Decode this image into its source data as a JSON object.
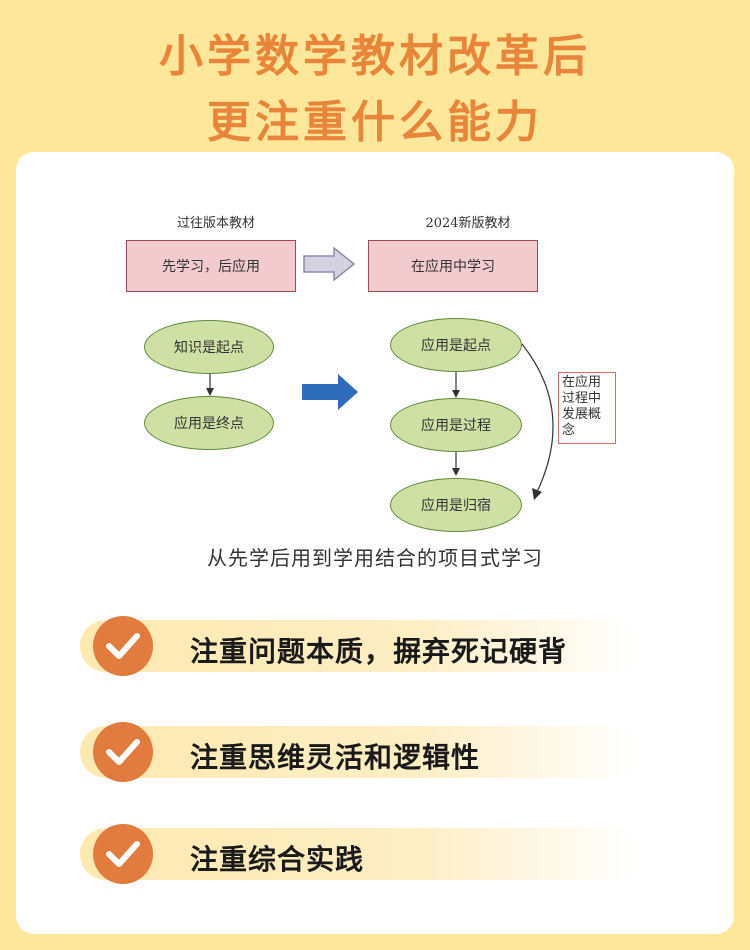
{
  "header": {
    "title_line1": "小学数学教材改革后",
    "title_line2": "更注重什么能力"
  },
  "diagram": {
    "left_heading": "过往版本教材",
    "right_heading": "2024新版教材",
    "left_box": "先学习，后应用",
    "right_box": "在应用中学习",
    "left_start": "知识是起点",
    "left_end": "应用是终点",
    "right_start": "应用是起点",
    "right_process": "应用是过程",
    "right_end": "应用是归宿",
    "side_note": "在应用过程中发展概念",
    "caption": "从先学后用到学用结合的项目式学习"
  },
  "points": [
    {
      "text": "注重问题本质，摒弃死记硬背",
      "icon": "check-icon"
    },
    {
      "text": "注重思维灵活和逻辑性",
      "icon": "check-icon"
    },
    {
      "text": "注重综合实践",
      "icon": "check-icon"
    }
  ],
  "colors": {
    "background": "#fde79a",
    "title": "#e8853a",
    "check_circle": "#e17c3e",
    "box_fill": "#f2cbce",
    "ellipse_fill": "#cfe0a4",
    "arrow_blue": "#2e6bb8"
  }
}
